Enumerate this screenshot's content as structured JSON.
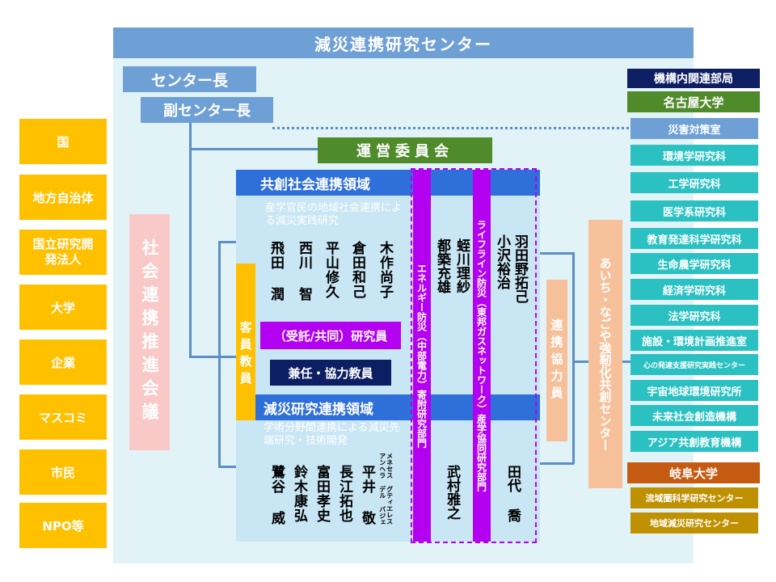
{
  "title": "減災連携研究センター",
  "center_head": "センター長",
  "vice_head": "副センター長",
  "steering": "運営委員会",
  "external": [
    "国",
    "地方自治体",
    "国立研究開発法人",
    "大学",
    "企業",
    "マスコミ",
    "市民",
    "NPO等"
  ],
  "social_council": "社会連携推進会議",
  "area1": {
    "title": "共創社会連携領域",
    "desc": "産学官民の地域社会連携による減災実践研究",
    "members": [
      "飛田 潤",
      "西川 智",
      "平山修久",
      "倉田和己",
      "木作尚子"
    ]
  },
  "visiting_faculty": "客員教員",
  "contract_researcher": "（受託/共同）研究員",
  "concurrent_faculty": "兼任・協力教員",
  "area2": {
    "title": "減災研究連携領域",
    "desc": "学術分野間連携による減災先端研究・技術開発",
    "members": [
      "鷺谷 威",
      "鈴木康弘",
      "富田孝史",
      "長江拓也",
      "平井 敬"
    ],
    "small_member": "メネセス グティエレス アンヘラ デル バジェ"
  },
  "energy_dept": {
    "label": "エネルギー防災（中部電力）寄附研究部門",
    "members_top": [
      "都築充雄",
      "蛭川理紗"
    ],
    "member_bottom": "武村雅之"
  },
  "lifeline_dept": {
    "label": "ライフライン防災（東邦ガスネットワーク）産学協同研究部門",
    "members_top": [
      "小沢裕治",
      "羽田野拓己"
    ],
    "member_bottom": "田代 喬"
  },
  "cooperation": "連携協力員",
  "aichi_center": "あいち・なごや強靭化共創センター",
  "related_header": "機構内関連部局",
  "nagoya": {
    "header": "名古屋大学",
    "units": [
      "災害対策室",
      "環境学研究科",
      "工学研究科",
      "医学系研究科",
      "教育発達科学研究科",
      "生命農学研究科",
      "経済学研究科",
      "法学研究科",
      "施設・環境計画推進室",
      "心の発達支援研究実践センター",
      "宇宙地球環境研究所",
      "未来社会創造機構",
      "アジア共創教育機構"
    ]
  },
  "gifu": {
    "header": "岐阜大学",
    "units": [
      "流域圏科学研究センター",
      "地域減災研究センター"
    ]
  },
  "colors": {
    "blue_header": "#6fa0d5",
    "panel": "#dff1f7",
    "area_header": "#2f6fd9",
    "area_body": "#c9e6f5",
    "purple": "#b400f0",
    "orange": "#ffc000",
    "pink": "#f9c9c7",
    "peach": "#f6c19a",
    "teal": "#2bc0c2",
    "green": "#4f8a2b",
    "navy": "#0d1e63",
    "gifu_orange": "#c55a11",
    "gold": "#bf9000"
  }
}
